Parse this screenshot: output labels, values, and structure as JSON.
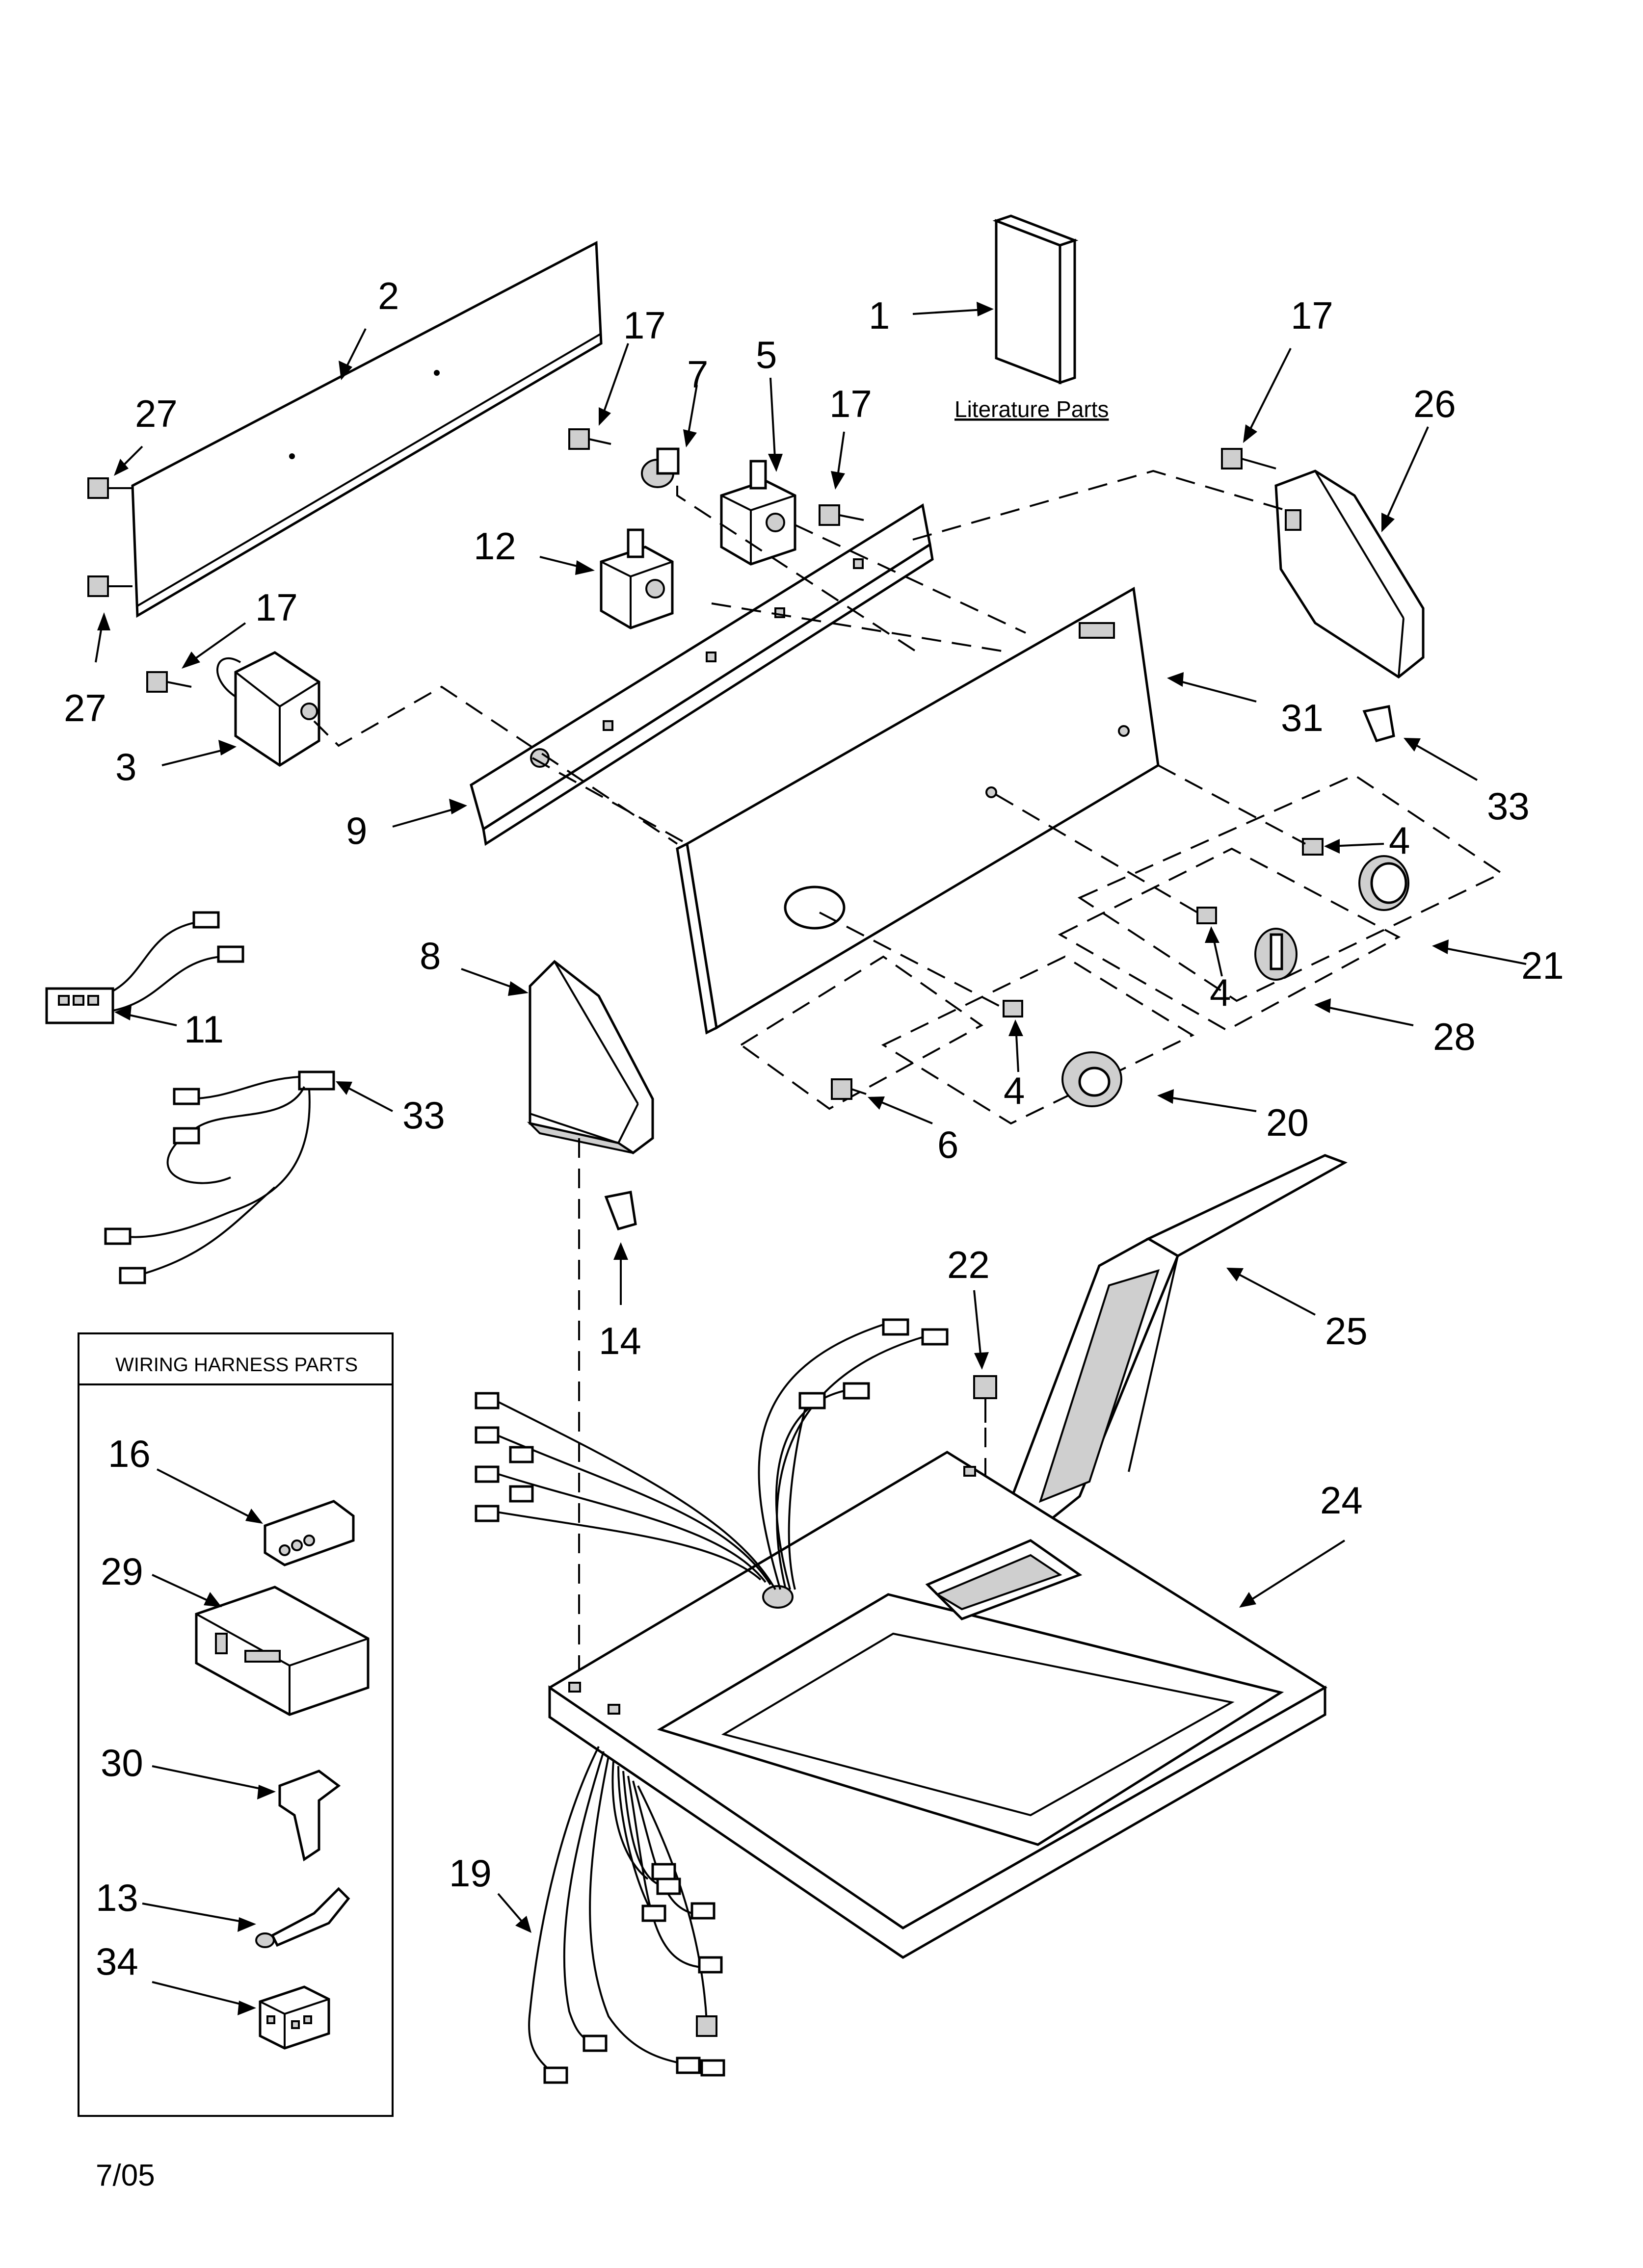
{
  "callouts": [
    {
      "id": "c1",
      "label": "1"
    },
    {
      "id": "c2",
      "label": "2"
    },
    {
      "id": "c27a",
      "label": "27"
    },
    {
      "id": "c27b",
      "label": "27"
    },
    {
      "id": "c17a",
      "label": "17"
    },
    {
      "id": "c7",
      "label": "7"
    },
    {
      "id": "c5",
      "label": "5"
    },
    {
      "id": "c17b",
      "label": "17"
    },
    {
      "id": "c17c",
      "label": "17"
    },
    {
      "id": "c26",
      "label": "26"
    },
    {
      "id": "c12",
      "label": "12"
    },
    {
      "id": "c17d",
      "label": "17"
    },
    {
      "id": "c3",
      "label": "3"
    },
    {
      "id": "c9",
      "label": "9"
    },
    {
      "id": "c31",
      "label": "31"
    },
    {
      "id": "c33a",
      "label": "33"
    },
    {
      "id": "c4a",
      "label": "4"
    },
    {
      "id": "c21",
      "label": "21"
    },
    {
      "id": "c4b",
      "label": "4"
    },
    {
      "id": "c28",
      "label": "28"
    },
    {
      "id": "c4c",
      "label": "4"
    },
    {
      "id": "c20",
      "label": "20"
    },
    {
      "id": "c6",
      "label": "6"
    },
    {
      "id": "c8",
      "label": "8"
    },
    {
      "id": "c14",
      "label": "14"
    },
    {
      "id": "c11",
      "label": "11"
    },
    {
      "id": "c33b",
      "label": "33"
    },
    {
      "id": "c25",
      "label": "25"
    },
    {
      "id": "c22",
      "label": "22"
    },
    {
      "id": "c24",
      "label": "24"
    },
    {
      "id": "c16",
      "label": "16"
    },
    {
      "id": "c29",
      "label": "29"
    },
    {
      "id": "c30",
      "label": "30"
    },
    {
      "id": "c13",
      "label": "13"
    },
    {
      "id": "c34",
      "label": "34"
    },
    {
      "id": "c19",
      "label": "19"
    }
  ],
  "literature_label": "Literature Parts",
  "wiring_box_title": "WIRING HARNESS PARTS",
  "date_code": "7/05"
}
